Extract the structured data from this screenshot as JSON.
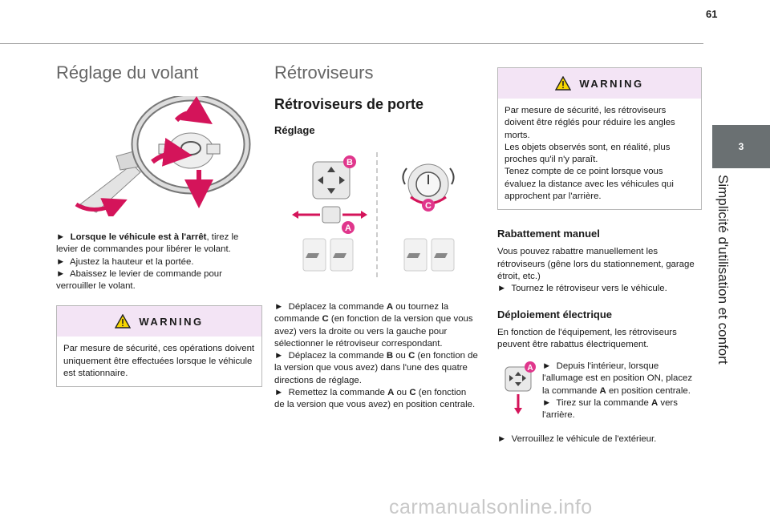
{
  "page_number": "61",
  "chapter": {
    "number": "3",
    "title": "Simplicité d'utilisation et confort"
  },
  "steering": {
    "title": "Réglage du volant",
    "steps": [
      {
        "bullet": "►",
        "bold": "Lorsque le véhicule est à l'arrêt",
        "text": ", tirez le levier de commandes pour libérer le volant."
      },
      {
        "bullet": "►",
        "text": "Ajustez la hauteur et la portée."
      },
      {
        "bullet": "►",
        "text": "Abaissez le levier de commande pour verrouiller le volant."
      }
    ],
    "warning": {
      "title": "WARNING",
      "text": "Par mesure de sécurité, ces opérations doivent uniquement être effectuées lorsque le véhicule est stationnaire."
    }
  },
  "mirrors": {
    "title": "Rétroviseurs",
    "subtitle": "Rétroviseurs de porte",
    "adjust_heading": "Réglage",
    "labels": {
      "a": "A",
      "b": "B",
      "c": "C"
    },
    "adjust_steps": [
      {
        "bullet": "►",
        "parts": [
          "Déplacez la commande ",
          "A",
          " ou tournez la commande ",
          "C",
          " (en fonction de la version que vous avez) vers la droite ou vers la gauche pour sélectionner le rétroviseur correspondant."
        ]
      },
      {
        "bullet": "►",
        "parts": [
          "Déplacez la commande ",
          "B",
          " ou ",
          "C",
          " (en fonction de la version que vous avez) dans l'une des quatre directions de réglage."
        ]
      },
      {
        "bullet": "►",
        "parts": [
          "Remettez la commande ",
          "A",
          " ou ",
          "C",
          " (en fonction de la version que vous avez) en position centrale."
        ]
      }
    ],
    "warning": {
      "title": "WARNING",
      "lines": [
        "Par mesure de sécurité, les rétroviseurs doivent être réglés pour réduire les angles morts.",
        "Les objets observés sont, en réalité, plus proches qu'il n'y paraît.",
        "Tenez compte de ce point lorsque vous évaluez la distance avec les véhicules qui approchent par l'arrière."
      ]
    },
    "manual_fold": {
      "heading": "Rabattement manuel",
      "text": "Vous pouvez rabattre manuellement les rétroviseurs (gêne lors du stationnement, garage étroit, etc.)",
      "step": {
        "bullet": "►",
        "text": "Tournez le rétroviseur vers le véhicule."
      }
    },
    "electric_fold": {
      "heading": "Déploiement électrique",
      "text": "En fonction de l'équipement, les rétroviseurs peuvent être rabattus électriquement.",
      "steps": [
        {
          "bullet": "►",
          "parts": [
            "Depuis l'intérieur, lorsque l'allumage est en position ON, placez la commande ",
            "A",
            " en position centrale."
          ]
        },
        {
          "bullet": "►",
          "parts": [
            "Tirez sur la commande ",
            "A",
            " vers l'arrière."
          ]
        }
      ],
      "final_step": {
        "bullet": "►",
        "text": "Verrouillez le véhicule de l'extérieur."
      }
    }
  },
  "watermark": "carmanualsonline.info",
  "colors": {
    "arrow": "#d4145a",
    "tab": "#6a7072",
    "warning_bg": "#f3e4f5",
    "badge_b": "#e0368c",
    "badge_a": "#e0368c"
  }
}
